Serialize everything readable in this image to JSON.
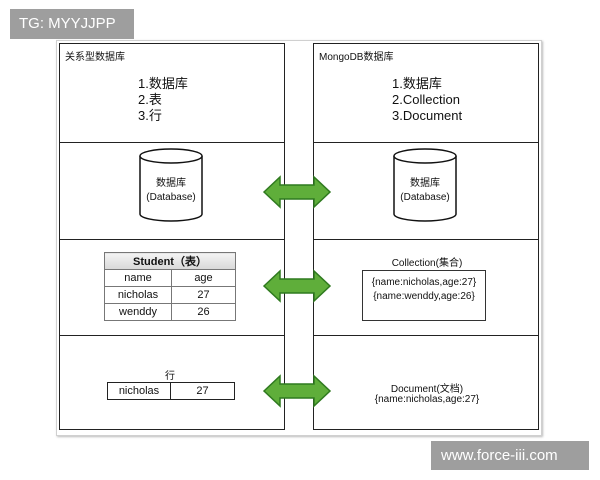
{
  "watermarks": {
    "top_left": "TG: MYYJJPP",
    "bottom_right": "www.force-iii.com"
  },
  "left": {
    "title": "关系型数据库",
    "list": [
      "1.数据库",
      "2.表",
      "3.行"
    ],
    "database": {
      "label": "数据库",
      "sublabel": "(Database)"
    },
    "table": {
      "title": "Student（表）",
      "headers": [
        "name",
        "age"
      ],
      "rows": [
        [
          "nicholas",
          "27"
        ],
        [
          "wenddy",
          "26"
        ]
      ]
    },
    "row": {
      "label": "行",
      "cells": [
        "nicholas",
        "27"
      ]
    }
  },
  "right": {
    "title": "MongoDB数据库",
    "list": [
      "1.数据库",
      "2.Collection",
      "3.Document"
    ],
    "database": {
      "label": "数据库",
      "sublabel": "(Database)"
    },
    "collection": {
      "label": "Collection(集合)",
      "docs": [
        "{name:nicholas,age:27}",
        "{name:wenddy,age:26}"
      ]
    },
    "document": {
      "label": "Document(文档)",
      "doc": "{name:nicholas,age:27}"
    }
  },
  "colors": {
    "arrow_fill": "#5fae3a",
    "arrow_stroke": "#2f7a1f",
    "line": "#222222"
  },
  "icons": [
    "database-cylinder-icon",
    "double-arrow-icon"
  ]
}
